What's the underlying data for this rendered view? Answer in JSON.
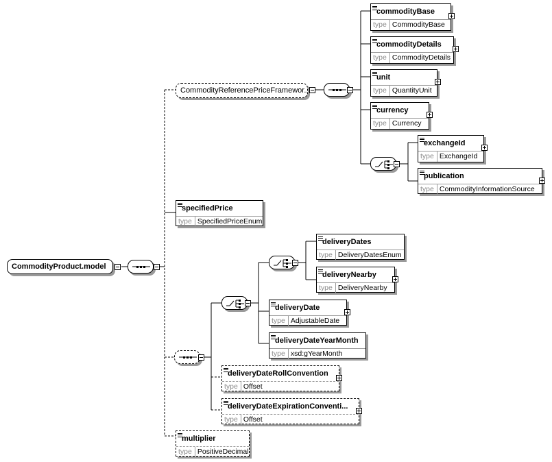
{
  "type_keyword": "type",
  "root": {
    "name": "CommodityProduct.model"
  },
  "framework": {
    "name": "CommodityReferencePriceFramewor..."
  },
  "framework_children": [
    {
      "name": "commodityBase",
      "type": "CommodityBase"
    },
    {
      "name": "commodityDetails",
      "type": "CommodityDetails"
    },
    {
      "name": "unit",
      "type": "QuantityUnit"
    },
    {
      "name": "currency",
      "type": "Currency"
    }
  ],
  "exchange_choice": [
    {
      "name": "exchangeId",
      "type": "ExchangeId"
    },
    {
      "name": "publication",
      "type": "CommodityInformationSource"
    }
  ],
  "specified_price": {
    "name": "specifiedPrice",
    "type": "SpecifiedPriceEnum"
  },
  "delivery_inner_choice": [
    {
      "name": "deliveryDates",
      "type": "DeliveryDatesEnum"
    },
    {
      "name": "deliveryNearby",
      "type": "DeliveryNearby"
    }
  ],
  "delivery_outer_choice": [
    {
      "name": "deliveryDate",
      "type": "AdjustableDate"
    },
    {
      "name": "deliveryDateYearMonth",
      "type": "xsd:gYearMonth"
    }
  ],
  "delivery_conventions": [
    {
      "name": "deliveryDateRollConvention",
      "type": "Offset"
    },
    {
      "name": "deliveryDateExpirationConventi...",
      "type": "Offset"
    }
  ],
  "multiplier": {
    "name": "multiplier",
    "type": "PositiveDecimal"
  }
}
